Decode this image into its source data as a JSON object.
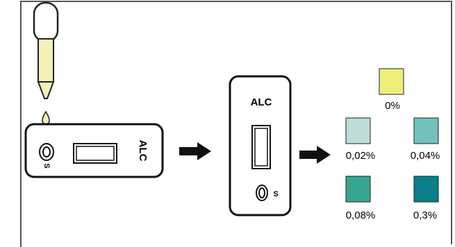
{
  "strip_horizontal": {
    "label": "ALC",
    "sample_label": "S"
  },
  "strip_vertical": {
    "label": "ALC",
    "sample_label": "S"
  },
  "color_chart": [
    {
      "label": "0%",
      "color": "#EEEE7A"
    },
    {
      "label": "0,02%",
      "color": "#BEDCD8"
    },
    {
      "label": "0,04%",
      "color": "#72C2BC"
    },
    {
      "label": "0,08%",
      "color": "#35A690"
    },
    {
      "label": "0,3%",
      "color": "#0A8088"
    }
  ],
  "colors": {
    "dropper_tube": "#F3F0B8",
    "frame": "#555555",
    "arrow": "#111111"
  }
}
